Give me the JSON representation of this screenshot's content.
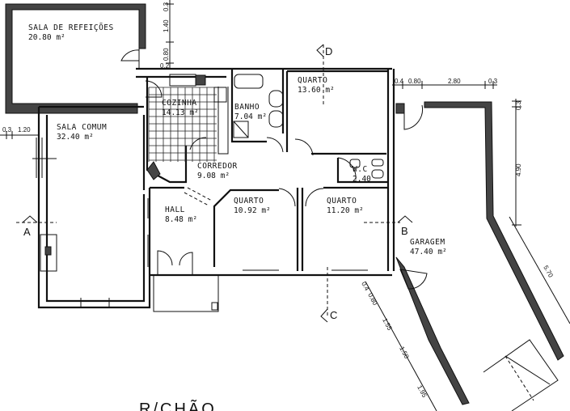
{
  "plan": {
    "title": "R/CHÃO",
    "rooms": [
      {
        "name": "SALA  DE  REFEIÇÕES",
        "area": "20.80 m²"
      },
      {
        "name": "SALA  COMUM",
        "area": "32.40 m²"
      },
      {
        "name": "COZINHA",
        "area": "14.13 m²"
      },
      {
        "name": "BANHO",
        "area": "7.04 m²"
      },
      {
        "name": "QUARTO",
        "area": "13.60 m²"
      },
      {
        "name": "CORREDOR",
        "area": "9.08 m²"
      },
      {
        "name": "W.C",
        "area": "2.40"
      },
      {
        "name": "HALL",
        "area": "8.48 m²"
      },
      {
        "name": "QUARTO",
        "area": "10.92 m²"
      },
      {
        "name": "QUARTO",
        "area": "11.20 m²"
      },
      {
        "name": "GARAGEM",
        "area": "47.40 m²"
      }
    ],
    "sections": [
      "A",
      "B",
      "C",
      "D"
    ],
    "dimensions": {
      "left_vertical": [
        "0.3",
        "1.40",
        "0.80",
        "0.2"
      ],
      "left_horizontal": [
        "0.3",
        "1.20"
      ],
      "garage_top": [
        "0.4",
        "0.80",
        "2.80",
        "0.3"
      ],
      "garage_right": [
        "0.3",
        "4.90"
      ],
      "garage_diagonal_right": "5.70",
      "garage_diagonal_left": [
        "0.4",
        "0.80",
        "1.55",
        "1.50",
        "1.95"
      ]
    }
  }
}
